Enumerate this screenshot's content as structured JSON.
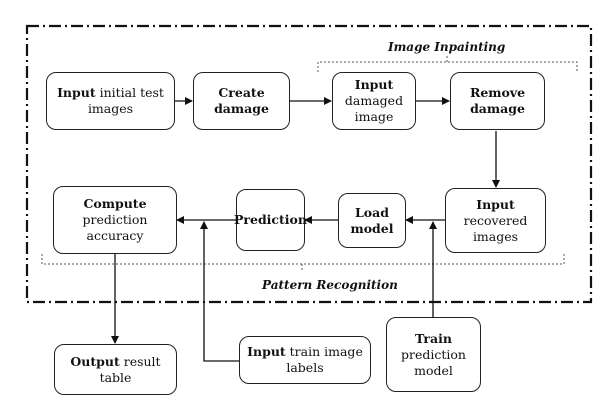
{
  "labels": {
    "image_inpainting": "Image Inpainting",
    "pattern_recognition": "Pattern Recognition"
  },
  "nodes": {
    "input_initial": {
      "bold": "Input",
      "text": " initial test images"
    },
    "create_damage": {
      "bold": "Create damage",
      "text": ""
    },
    "input_damaged": {
      "bold": "Input",
      "text": " damaged image"
    },
    "remove_damage": {
      "bold": "Remove damage",
      "text": ""
    },
    "input_recovered": {
      "bold": "Input",
      "text": " recovered images"
    },
    "load_model": {
      "bold": "Load model",
      "text": ""
    },
    "prediction": {
      "bold": "Prediction",
      "text": ""
    },
    "compute_accuracy": {
      "bold": "Compute",
      "text": " prediction accuracy"
    },
    "output_table": {
      "bold": "Output",
      "text": " result table"
    },
    "input_labels": {
      "bold": "Input",
      "text": " train image labels"
    },
    "train_model": {
      "bold": "Train",
      "text": " prediction model"
    }
  }
}
